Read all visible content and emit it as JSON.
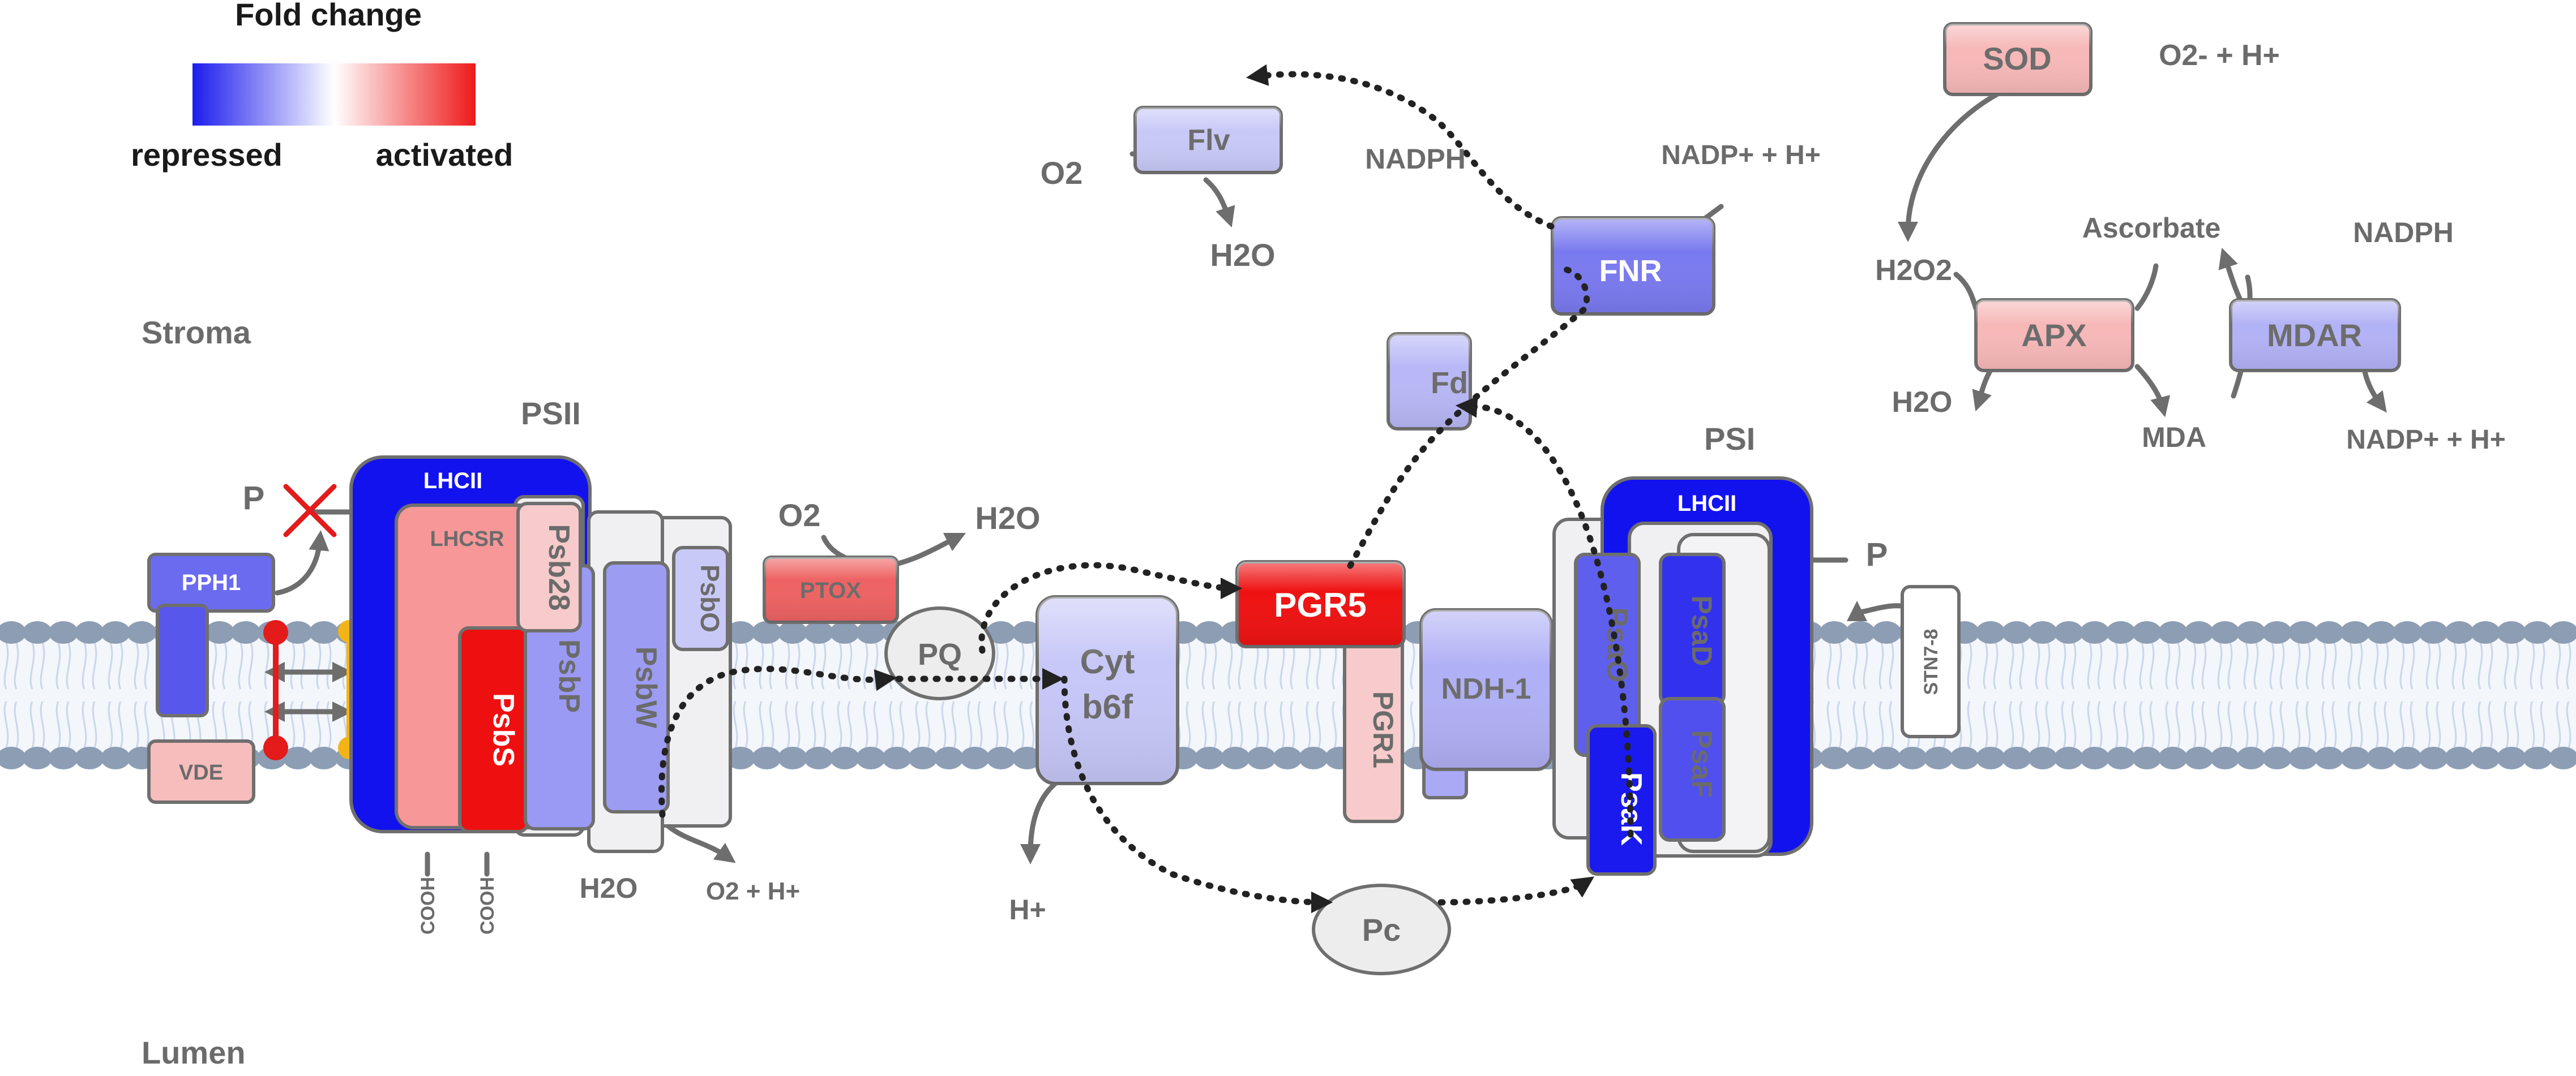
{
  "legend": {
    "title": "Fold change",
    "low_label": "repressed",
    "high_label": "activated",
    "colors": {
      "repressed": "#1414ee",
      "neutral": "#ffffff",
      "activated": "#ee1414"
    }
  },
  "compartments": {
    "stroma": "Stroma",
    "lumen": "Lumen"
  },
  "complexes": {
    "psii": "PSII",
    "psi": "PSI"
  },
  "proteins": {
    "pph1": "PPH1",
    "vde": "VDE",
    "lhcii_psii": "LHCII",
    "lhcsr": "LHCSR",
    "psbs": "PsbS",
    "psb28": "Psb28",
    "psbp": "PsbP",
    "psbw": "PsbW",
    "psbo": "PsbO",
    "ptox": "PTOX",
    "cyt_line1": "Cyt",
    "cyt_line2": "b6f",
    "pgr5": "PGR5",
    "pgr1": "PGR1",
    "ndh1": "NDH-1",
    "lhcii_psi": "LHCII",
    "psao": "PsaO",
    "psad": "PsaD",
    "psaf": "PsaF",
    "psak": "PsaK",
    "stn78": "STN7-8",
    "fd": "Fd",
    "fnr": "FNR",
    "flv": "Flv",
    "sod": "SOD",
    "apx": "APX",
    "mdar": "MDAR"
  },
  "carriers": {
    "pq": "PQ",
    "pc": "Pc"
  },
  "phospho": {
    "p_left": "P",
    "p_right": "P"
  },
  "terminals": {
    "cooh_1": "COOH",
    "cooh_2": "COOH"
  },
  "molecules": {
    "o2_ptox": "O2",
    "h2o_ptox": "H2O",
    "h2o_psii": "H2O",
    "o2_h_psii": "O2 + H+",
    "h_cyt": "H+",
    "o2_flv": "O2",
    "h2o_flv": "H2O",
    "nadph_flv": "NADPH",
    "nadp_fnr": "NADP+ + H+",
    "o2_sod": "O2- + H+",
    "h2o2": "H2O2",
    "h2o_apx": "H2O",
    "ascorbate": "Ascorbate",
    "mda": "MDA",
    "nadph_mdar": "NADPH",
    "nadp_mdar": "NADP+ + H+"
  }
}
